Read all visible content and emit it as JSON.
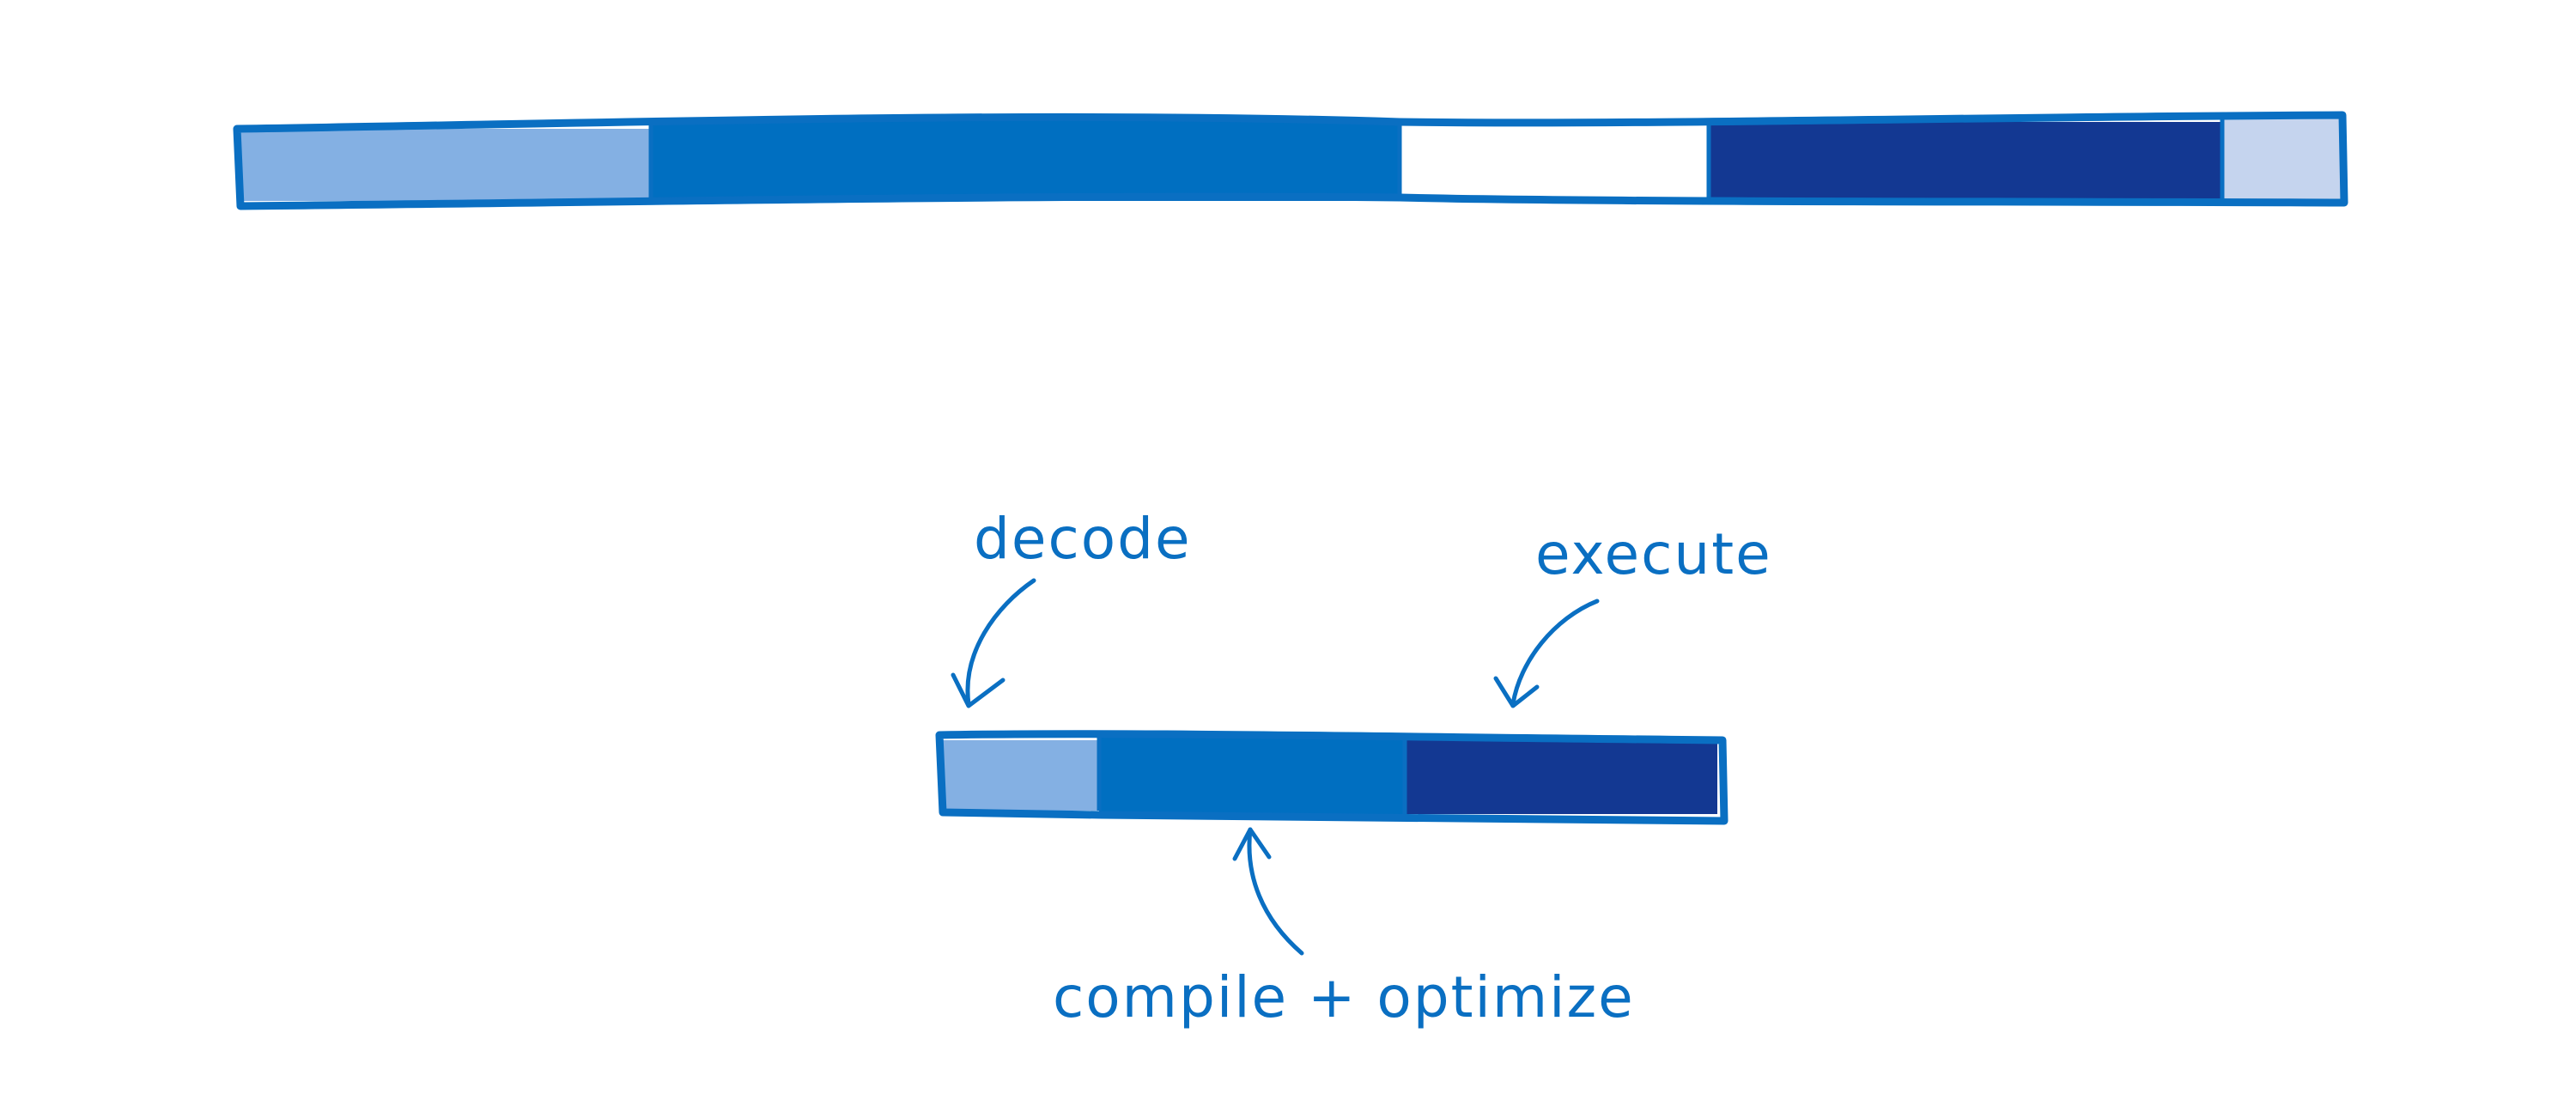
{
  "colors": {
    "outline": "#0a6fc2",
    "light_blue": "#84b0e3",
    "mid_blue": "#006fc1",
    "dark_blue": "#133892",
    "pale_blue": "#c5d4ee",
    "white": "#ffffff",
    "label": "#0a6fc2"
  },
  "top_bar": {
    "segments": [
      {
        "name": "segment-light",
        "color": "light_blue"
      },
      {
        "name": "segment-mid",
        "color": "mid_blue"
      },
      {
        "name": "segment-white",
        "color": "white"
      },
      {
        "name": "segment-dark",
        "color": "dark_blue"
      },
      {
        "name": "segment-pale",
        "color": "pale_blue"
      }
    ]
  },
  "bottom_bar": {
    "segments": [
      {
        "name": "segment-decode",
        "color": "light_blue"
      },
      {
        "name": "segment-compile",
        "color": "mid_blue"
      },
      {
        "name": "segment-execute",
        "color": "dark_blue"
      }
    ]
  },
  "labels": {
    "decode": "decode",
    "execute": "execute",
    "compile": "compile + optimize"
  }
}
